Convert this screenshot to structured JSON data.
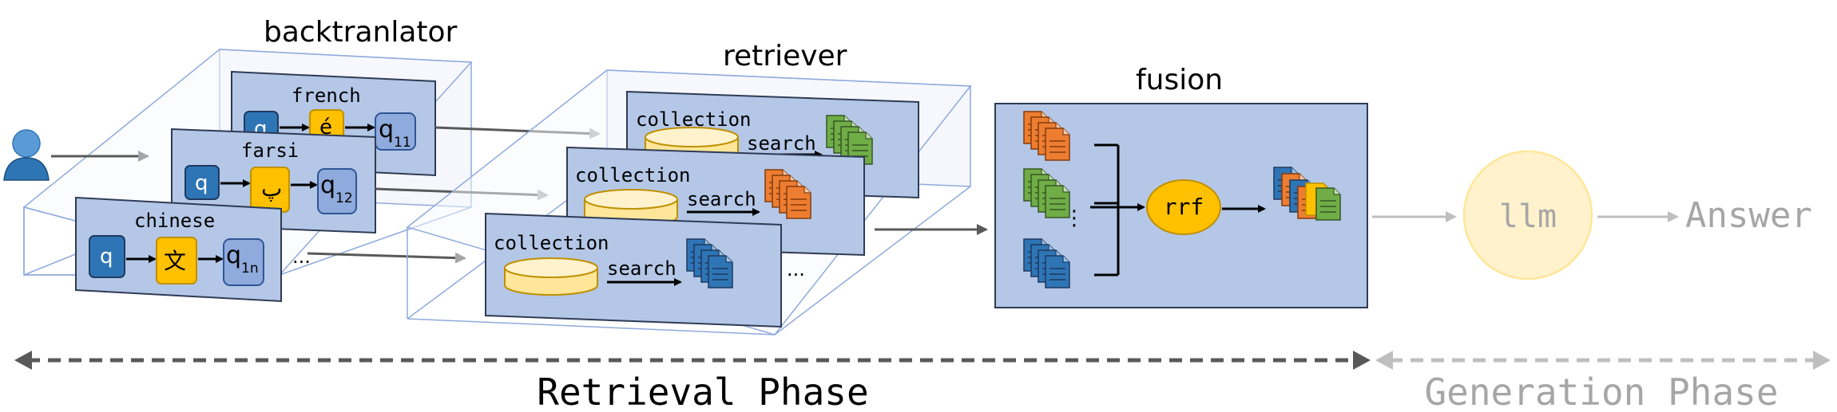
{
  "stages": {
    "backtranslator": "backtranlator",
    "retriever": "retriever",
    "fusion": "fusion"
  },
  "languages": [
    {
      "name": "french",
      "glyph": "é",
      "sub": "11"
    },
    {
      "name": "farsi",
      "glyph": "پ",
      "sub": "12"
    },
    {
      "name": "chinese",
      "glyph": "文",
      "sub": "1n"
    }
  ],
  "query": {
    "symbol": "q",
    "out": "q"
  },
  "collection_label": "collection",
  "search_label": "search",
  "ellipsis": "...",
  "fusion_method": "rrf",
  "llm": "llm",
  "answer": "Answer",
  "phases": {
    "retrieval": "Retrieval Phase",
    "generation": "Generation Phase"
  },
  "colors": {
    "panel": "#b4c7e7",
    "panel_border": "#2f3b55",
    "query_box": "#2e75b6",
    "glyph_box": "#ffc000",
    "out_box": "#8faadc",
    "collection": "#ffe699",
    "doc_blue": "#2e75b6",
    "doc_orange": "#ed7d31",
    "doc_green": "#70ad47",
    "llm_fill": "#fff2cc",
    "llm_stroke": "#ffe699",
    "retrieval_arrow": "#595959",
    "generation_arrow": "#bfbfbf",
    "muted_text": "#a6a6a6"
  }
}
